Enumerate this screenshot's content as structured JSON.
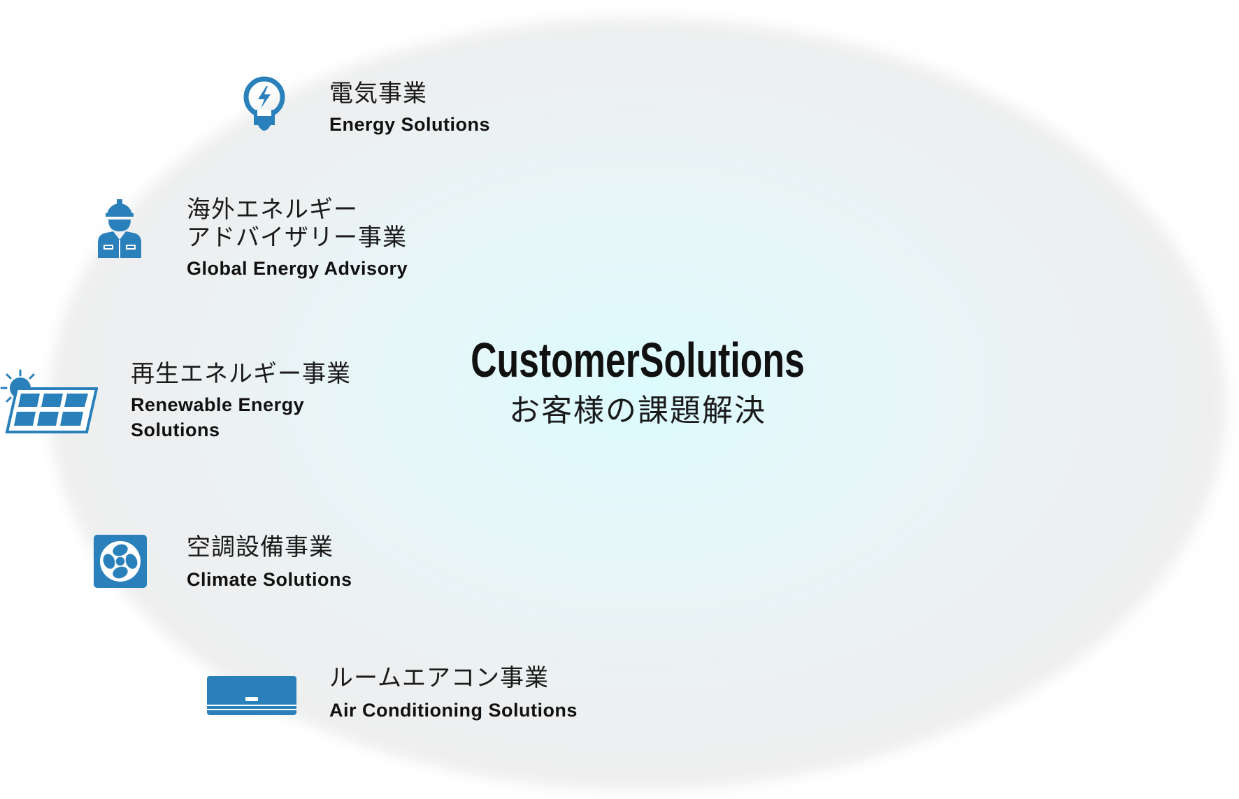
{
  "center": {
    "title": "CustomerSolutions",
    "subtitle": "お客様の課題解決"
  },
  "icon_color": "#2980bb",
  "segments": [
    {
      "icon": "lightbulb-bolt-icon",
      "jp": "電気事業",
      "en": "Energy Solutions"
    },
    {
      "icon": "worker-icon",
      "jp_line1": "海外エネルギー",
      "jp_line2": "アドバイザリー事業",
      "en": "Global Energy Advisory"
    },
    {
      "icon": "solar-panel-icon",
      "jp": "再生エネルギー事業",
      "en_line1": "Renewable Energy",
      "en_line2": "Solutions"
    },
    {
      "icon": "fan-icon",
      "jp": "空調設備事業",
      "en": "Climate Solutions"
    },
    {
      "icon": "air-conditioner-icon",
      "jp": "ルームエアコン事業",
      "en": "Air Conditioning Solutions"
    }
  ]
}
